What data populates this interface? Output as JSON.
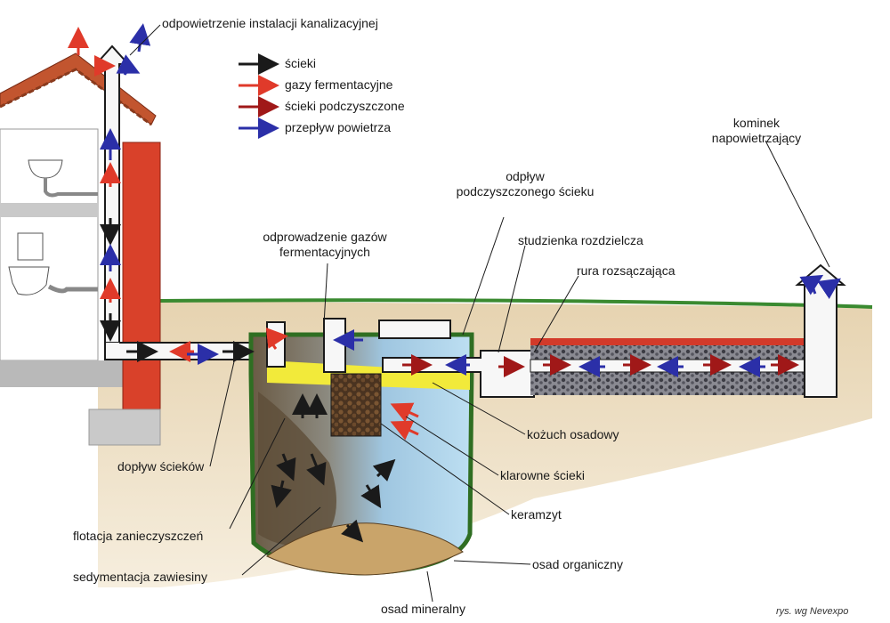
{
  "diagram": {
    "legend": [
      {
        "text": "ścieki",
        "color": "#1a1a1a"
      },
      {
        "text": "gazy fermentacyjne",
        "color": "#e03a2a"
      },
      {
        "text": "ścieki podczyszczone",
        "color": "#a01818"
      },
      {
        "text": "przepływ powietrza",
        "color": "#2b2fa8"
      }
    ],
    "labels": {
      "vent_top": "odpowietrzenie instalacji kanalizacyjnej",
      "kominek_1": "kominek",
      "kominek_2": "napowietrzający",
      "odplyw_1": "odpływ",
      "odplyw_2": "podczyszczonego ścieku",
      "gazy_1": "odprowadzenie gazów",
      "gazy_2": "fermentacyjnych",
      "studzienka": "studzienka rozdzielcza",
      "rura": "rura rozsączająca",
      "kozuch": "kożuch osadowy",
      "klarowne": "klarowne ścieki",
      "keramzyt": "keramzyt",
      "doplyw": "dopływ ścieków",
      "flotacja": "flotacja zanieczyszczeń",
      "sedymentacja": "sedymentacja zawiesiny",
      "osad_org": "osad organiczny",
      "osad_min": "osad mineralny"
    },
    "credit": "rys. wg Nevexpo",
    "colors": {
      "soil": "#efe0c4",
      "grass": "#3a8a30",
      "brick": "#d9412a",
      "pipe": "#f7f7f7",
      "scum": "#f2ea3a",
      "clear_water": "#a9d3ec",
      "sludge_dark": "#5e4e38",
      "tank_outline": "#2f6e22",
      "gravel": "#6a6a72"
    }
  }
}
